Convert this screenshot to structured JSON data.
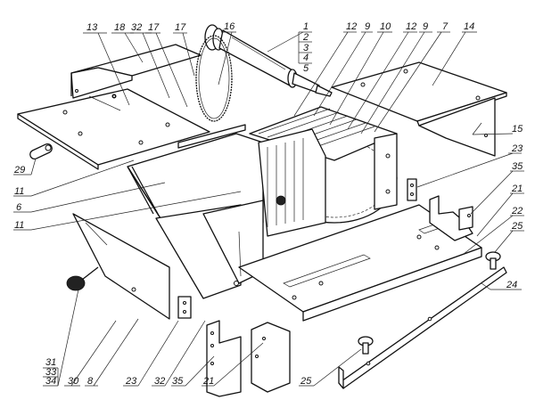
{
  "diagram": {
    "title": "",
    "type": "exploded-assembly-drawing",
    "subject": "table saw / circular saw attachment assembly",
    "part_labels": [
      {
        "id": "13",
        "text": "13"
      },
      {
        "id": "18",
        "text": "18"
      },
      {
        "id": "32a",
        "text": "32"
      },
      {
        "id": "17a",
        "text": "17"
      },
      {
        "id": "17b",
        "text": "17"
      },
      {
        "id": "16",
        "text": "16"
      },
      {
        "id": "1",
        "text": "1"
      },
      {
        "id": "2",
        "text": "2"
      },
      {
        "id": "3",
        "text": "3"
      },
      {
        "id": "4",
        "text": "4"
      },
      {
        "id": "5",
        "text": "5"
      },
      {
        "id": "12a",
        "text": "12"
      },
      {
        "id": "9a",
        "text": "9"
      },
      {
        "id": "10",
        "text": "10"
      },
      {
        "id": "12b",
        "text": "12"
      },
      {
        "id": "9b",
        "text": "9"
      },
      {
        "id": "7",
        "text": "7"
      },
      {
        "id": "14",
        "text": "14"
      },
      {
        "id": "15",
        "text": "15"
      },
      {
        "id": "23a",
        "text": "23"
      },
      {
        "id": "35a",
        "text": "35"
      },
      {
        "id": "21a",
        "text": "21"
      },
      {
        "id": "22",
        "text": "22"
      },
      {
        "id": "25a",
        "text": "25"
      },
      {
        "id": "24",
        "text": "24"
      },
      {
        "id": "29",
        "text": "29"
      },
      {
        "id": "11a",
        "text": "11"
      },
      {
        "id": "6",
        "text": "6"
      },
      {
        "id": "11b",
        "text": "11"
      },
      {
        "id": "31",
        "text": "31"
      },
      {
        "id": "33",
        "text": "33"
      },
      {
        "id": "34",
        "text": "34"
      },
      {
        "id": "30",
        "text": "30"
      },
      {
        "id": "8",
        "text": "8"
      },
      {
        "id": "23b",
        "text": "23"
      },
      {
        "id": "32b",
        "text": "32"
      },
      {
        "id": "35b",
        "text": "35"
      },
      {
        "id": "21b",
        "text": "21"
      },
      {
        "id": "25b",
        "text": "25"
      }
    ],
    "callout_group": {
      "head": "1",
      "stack": [
        "2",
        "3",
        "4",
        "5"
      ]
    },
    "callout_group_bottom": {
      "stack": [
        "31",
        "33",
        "34"
      ]
    }
  }
}
